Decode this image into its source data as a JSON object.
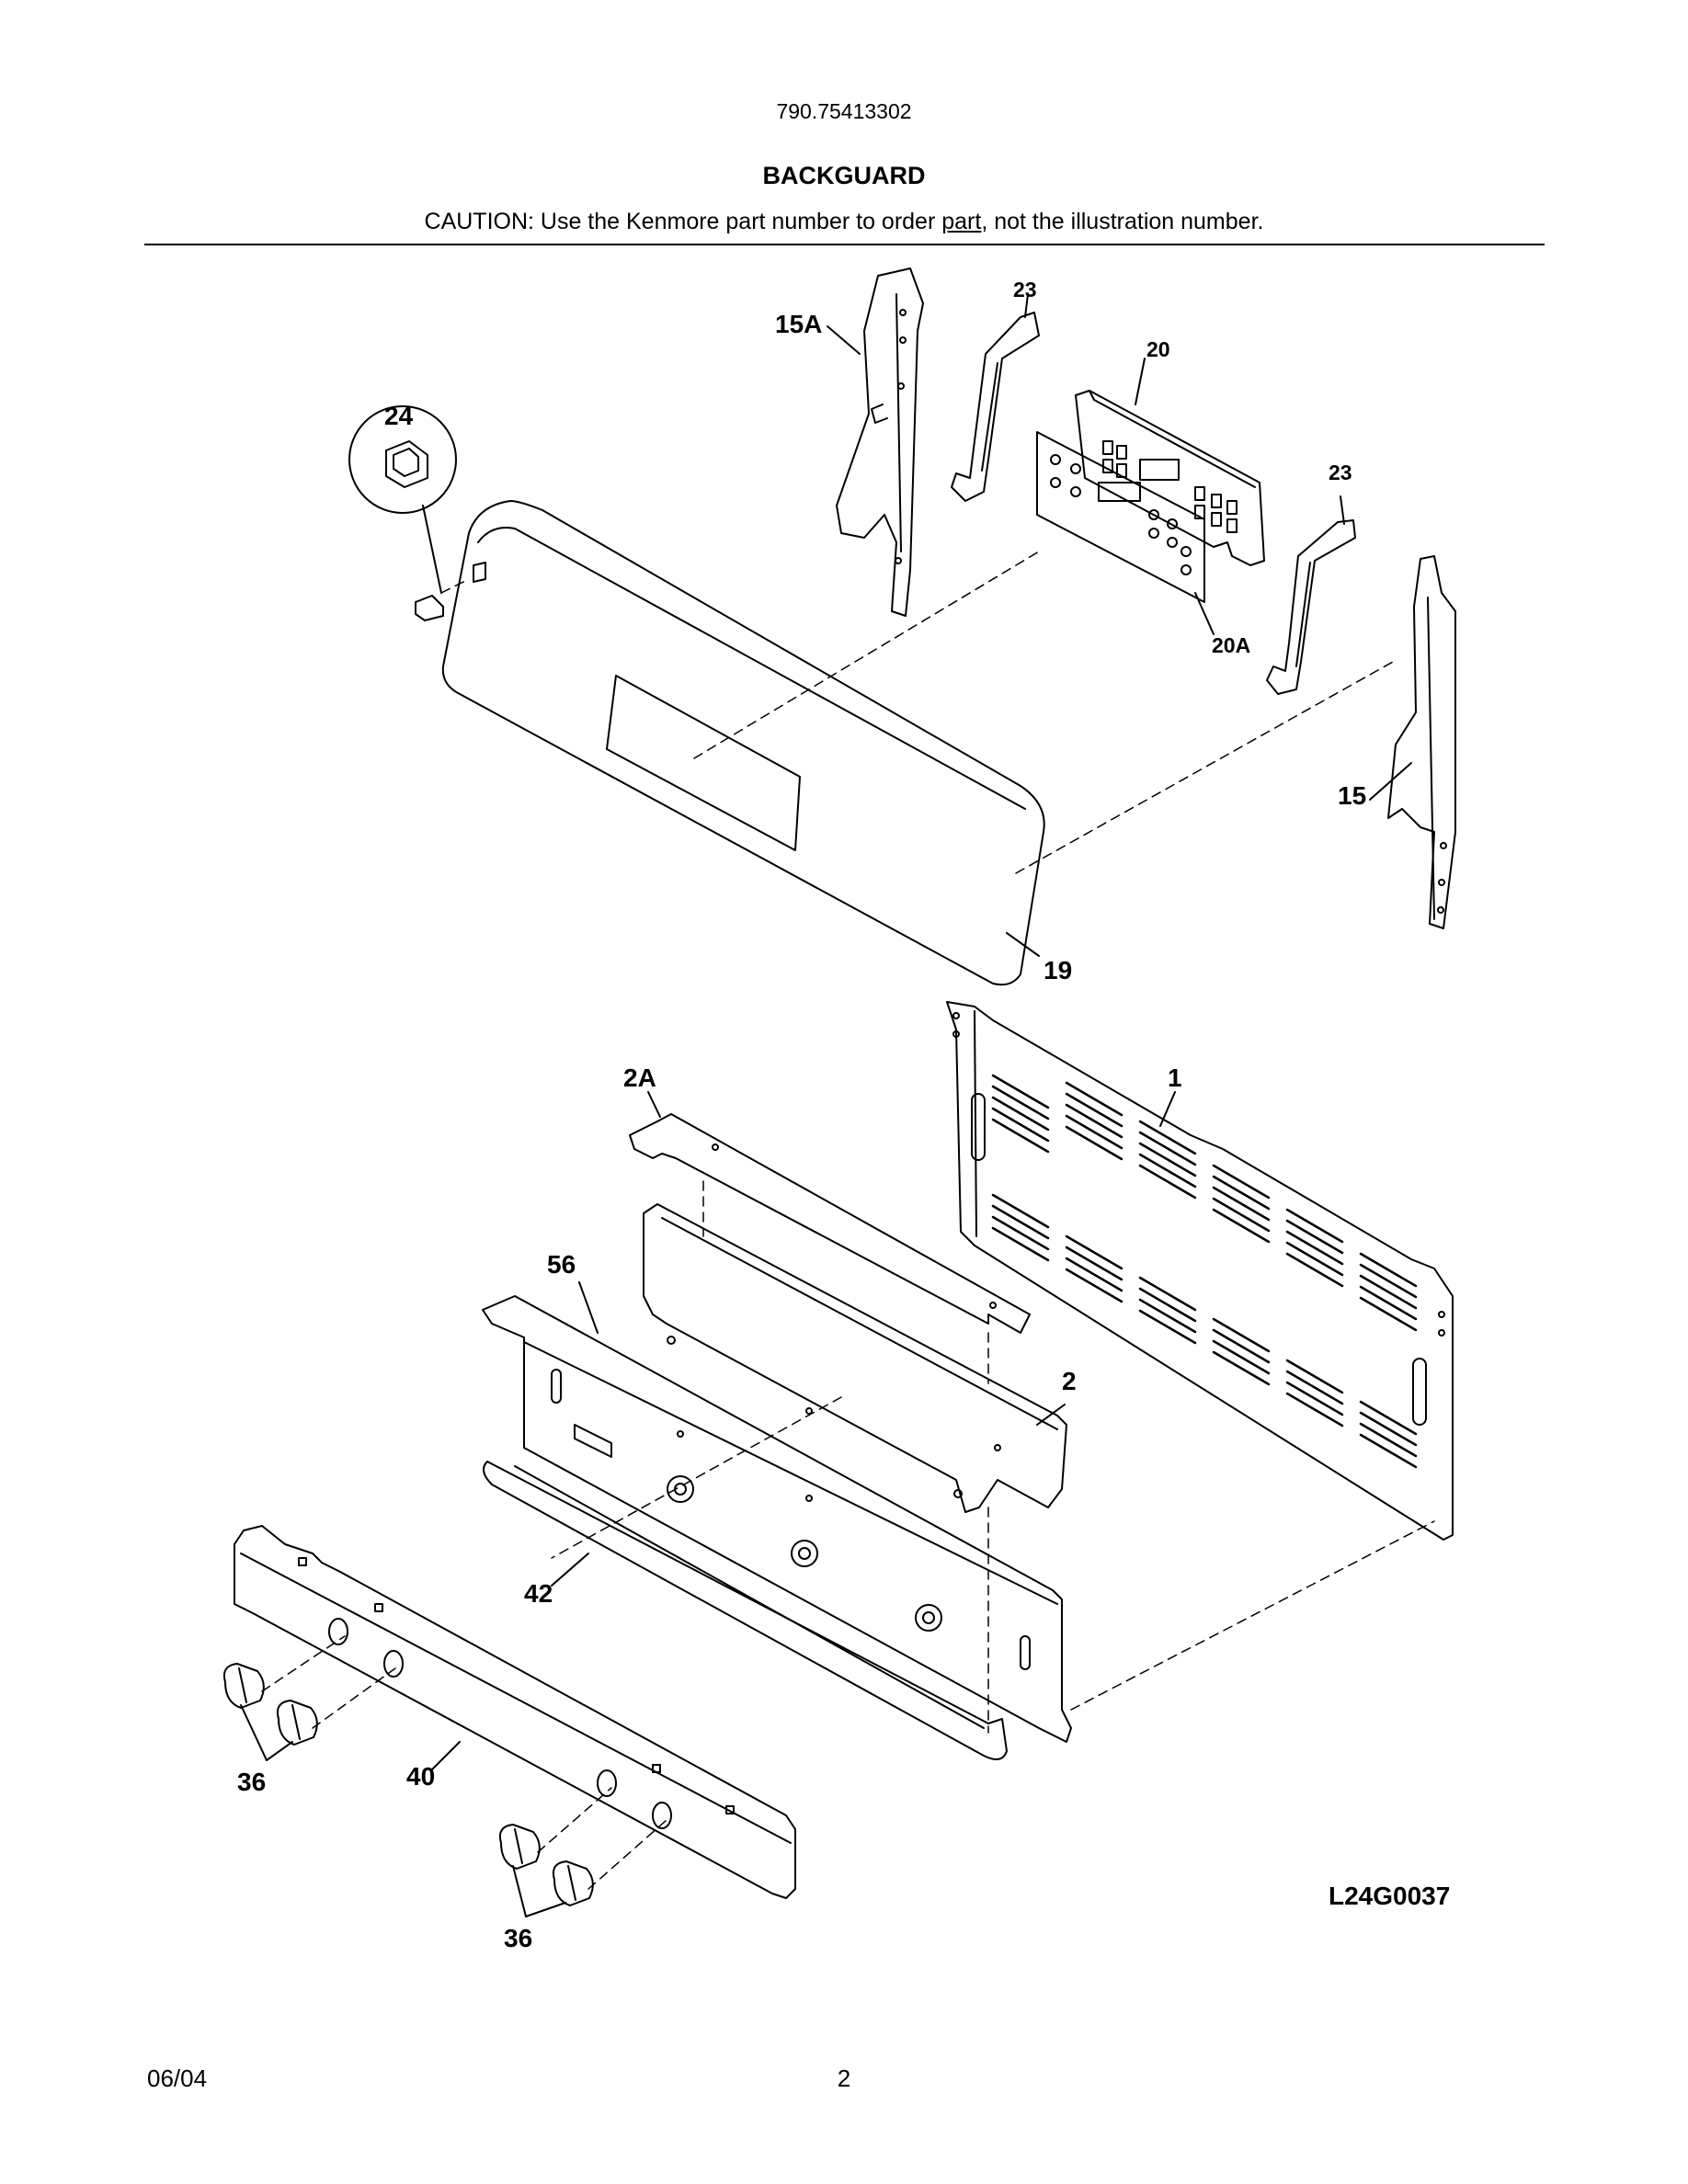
{
  "header": {
    "model_number": "790.75413302",
    "title": "BACKGUARD",
    "caution_prefix": "CAUTION: Use the Kenmore part number to order ",
    "caution_underlined": "part",
    "caution_suffix": ", not the illustration number."
  },
  "diagram": {
    "drawing_id": "L24G0037",
    "callouts": {
      "c15a": "15A",
      "c23a": "23",
      "c20": "20",
      "c24": "24",
      "c23b": "23",
      "c20a": "20A",
      "c15": "15",
      "c19": "19",
      "c2a": "2A",
      "c1": "1",
      "c56": "56",
      "c2": "2",
      "c42": "42",
      "c36a": "36",
      "c40": "40",
      "c36b": "36"
    }
  },
  "footer": {
    "date": "06/04",
    "page": "2"
  }
}
